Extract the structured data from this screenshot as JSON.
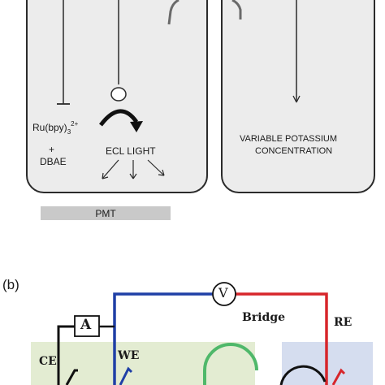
{
  "panel_a": {
    "left_cell": {
      "reagent_line1_base": "Ru(bpy)",
      "reagent_line1_sub": "3",
      "reagent_line1_sup": "2+",
      "plus": "+",
      "reagent_line2": "DBAE",
      "light_label": "ECL LIGHT"
    },
    "right_cell": {
      "line1": "VARIABLE POTASSIUM",
      "line2": "CONCENTRATION"
    },
    "detector_label": "PMT"
  },
  "panel_b": {
    "panel_label": "(b)",
    "ammeter_symbol": "A",
    "voltmeter_symbol": "V",
    "bridge_label": "Bridge",
    "counter_electrode_label": "CE",
    "working_electrode_label": "WE",
    "reference_electrode_label": "RE"
  },
  "colors": {
    "cell_fill": "#ececec",
    "pmt_fill": "#c9c9c9",
    "wire_blue": "#1f3fa6",
    "wire_red": "#d7262b",
    "wire_black": "#111111",
    "bridge_green": "#4fb86a",
    "tank_green": "#e3ecd2",
    "tank_blue": "#d5ddef"
  }
}
